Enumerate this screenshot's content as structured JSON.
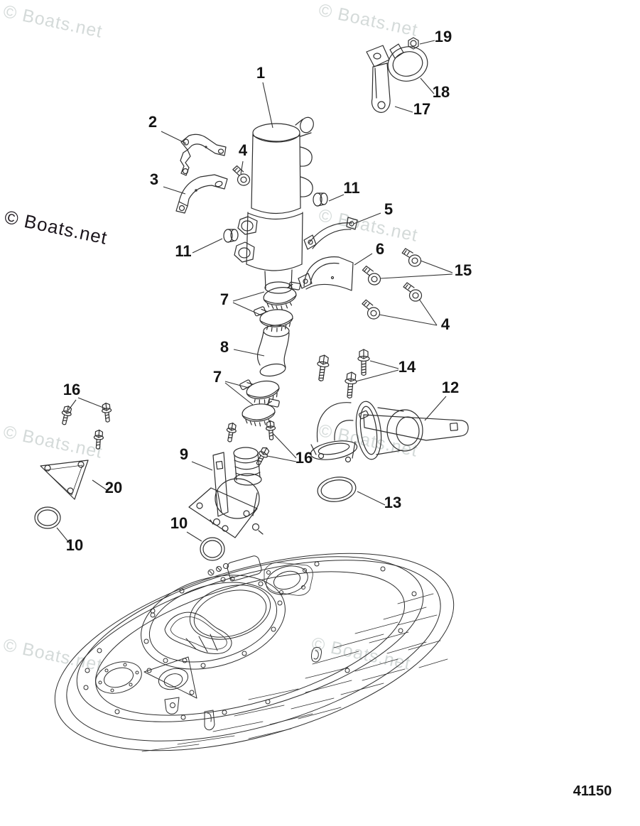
{
  "watermark": {
    "text": "© Boats.net"
  },
  "diagram_number": "41150",
  "colors": {
    "line": "#2e2e2e",
    "label": "#141414",
    "watermark_light": "#d4dad9",
    "watermark_dark": "#1b151c"
  },
  "callouts": [
    {
      "label": "1"
    },
    {
      "label": "2"
    },
    {
      "label": "3"
    },
    {
      "label": "4"
    },
    {
      "label": "4"
    },
    {
      "label": "5"
    },
    {
      "label": "6"
    },
    {
      "label": "7"
    },
    {
      "label": "7"
    },
    {
      "label": "8"
    },
    {
      "label": "9"
    },
    {
      "label": "10"
    },
    {
      "label": "10"
    },
    {
      "label": "11"
    },
    {
      "label": "11"
    },
    {
      "label": "12"
    },
    {
      "label": "13"
    },
    {
      "label": "14"
    },
    {
      "label": "15"
    },
    {
      "label": "16"
    },
    {
      "label": "16"
    },
    {
      "label": "17"
    },
    {
      "label": "18"
    },
    {
      "label": "19"
    },
    {
      "label": "20"
    }
  ]
}
